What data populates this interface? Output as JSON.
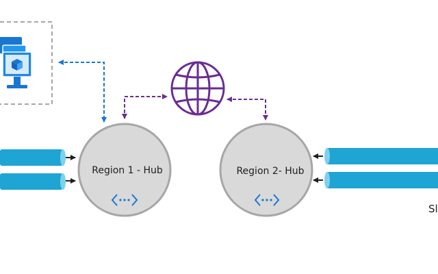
{
  "hubs": [
    {
      "label": "Region 1 - Hub",
      "icon": "vnet-icon"
    },
    {
      "label": "Region 2- Hub",
      "icon": "vnet-icon"
    }
  ],
  "internet": {
    "icon": "globe-icon"
  },
  "onprem": {
    "icon": "virtual-machines-icon"
  },
  "spoke_cut_label": "Sl",
  "colors": {
    "hub_fill": "#d9d9d9",
    "hub_stroke": "#a6a6a6",
    "pipe_fill": "#1ea5d3",
    "vm_blue": "#1976d2",
    "globe_purple": "#6a2c91",
    "dashed_box": "#a6a6a6"
  }
}
